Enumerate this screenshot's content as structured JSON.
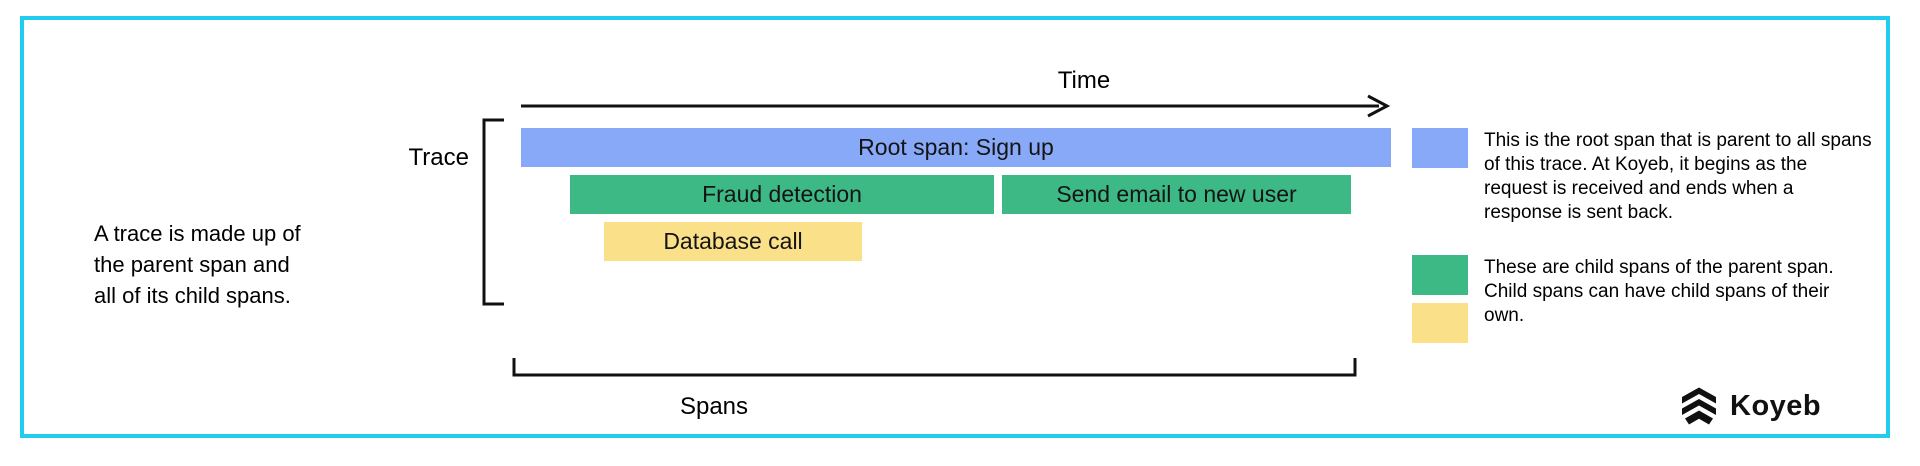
{
  "frame": {
    "border_color": "#22ccee",
    "background": "#ffffff"
  },
  "description": {
    "text": "A trace is made up of\nthe parent span and\nall of its child spans."
  },
  "axis": {
    "time_label": "Time"
  },
  "brackets": {
    "trace_label": "Trace",
    "spans_label": "Spans"
  },
  "colors": {
    "root_span": "#88a9f7",
    "child_span_green": "#3cb984",
    "child_span_yellow": "#fbe08a",
    "frame": "#22ccee",
    "line": "#111111"
  },
  "spans": [
    {
      "name": "root-span",
      "label": "Root span: Sign up",
      "color": "#88a9f7",
      "row": 0
    },
    {
      "name": "fraud-detection-span",
      "label": "Fraud detection",
      "color": "#3cb984",
      "row": 1
    },
    {
      "name": "send-email-span",
      "label": "Send email to new user",
      "color": "#3cb984",
      "row": 1
    },
    {
      "name": "database-call-span",
      "label": "Database call",
      "color": "#fbe08a",
      "row": 2
    }
  ],
  "legend": [
    {
      "swatches": [
        "#88a9f7"
      ],
      "text": "This is the root span that is parent to all spans of this trace. At Koyeb, it begins as the request is received and ends when a response is sent back."
    },
    {
      "swatches": [
        "#3cb984",
        "#fbe08a"
      ],
      "text": "These are child spans of the parent span. Child spans can have child spans of their own."
    }
  ],
  "brand": {
    "name": "Koyeb",
    "mark": "koyeb-chevron-logo"
  }
}
